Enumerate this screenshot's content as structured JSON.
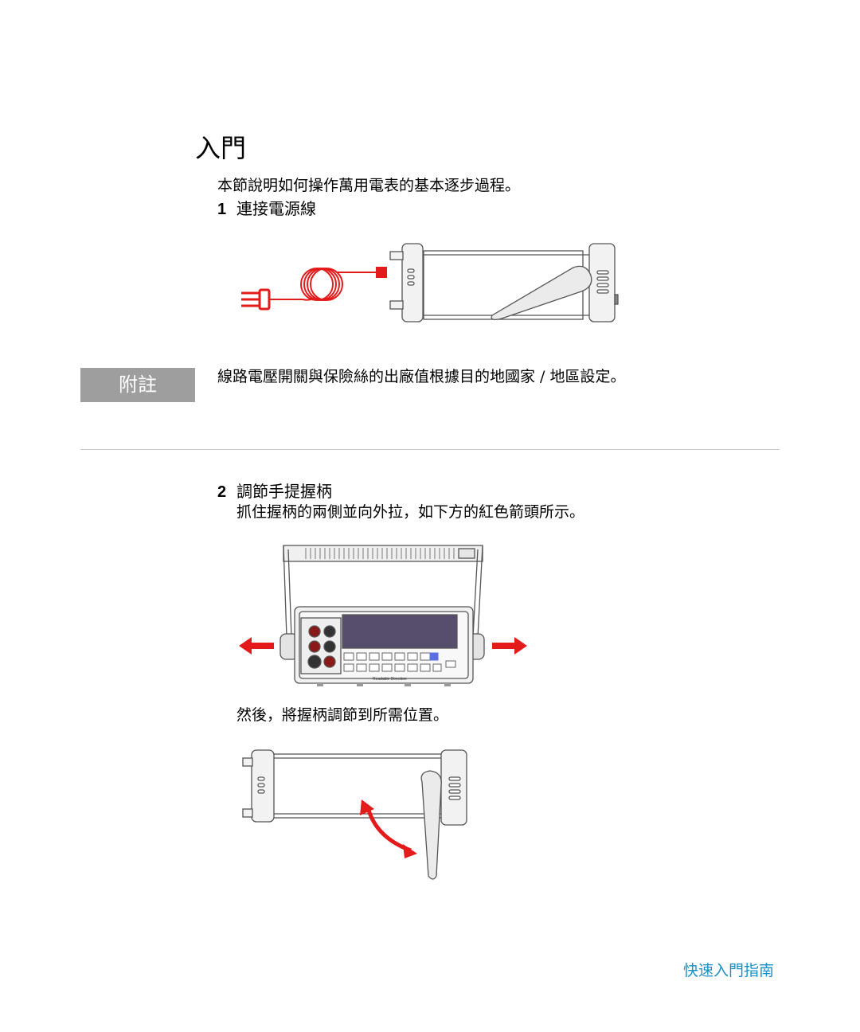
{
  "section": {
    "title": "入門",
    "intro": "本節說明如何操作萬用電表的基本逐步過程。"
  },
  "steps": [
    {
      "number": "1",
      "title": "連接電源線"
    },
    {
      "number": "2",
      "title": "調節手提握柄",
      "description": "抓住握柄的兩側並向外拉，如下方的紅色箭頭所示。",
      "followup": "然後，將握柄調節到所需位置。"
    }
  ],
  "note": {
    "label": "附註",
    "text": "線路電壓開關與保險絲的出廠值根據目的地國家 / 地區設定。"
  },
  "figure2": {
    "panel_label": "Readable Direction"
  },
  "footer": {
    "text": "快速入門指南"
  },
  "colors": {
    "accent_red": "#e31b1b",
    "footer_blue": "#1a8fc4",
    "note_gray": "#9e9e9e",
    "display_purple": "#574d6d"
  }
}
